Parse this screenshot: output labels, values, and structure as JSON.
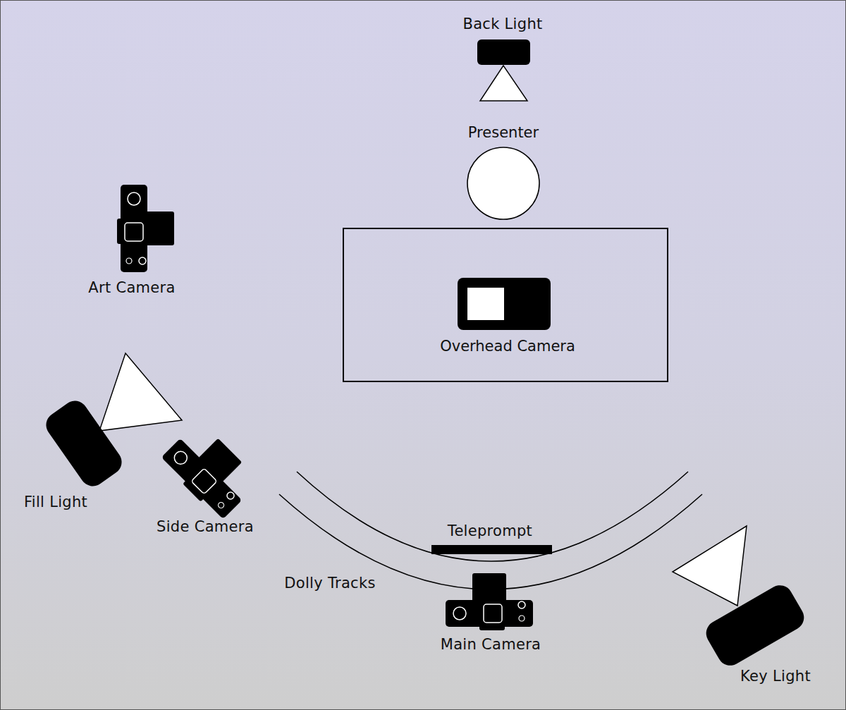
{
  "diagram": {
    "nodes": [
      {
        "text": [
          "Presenter"
        ]
      },
      {
        "text": [
          "Overhead Camera"
        ]
      }
    ],
    "labels": [
      "Back Light",
      "Art Camera",
      "Fill Light",
      "Side Camera",
      "Teleprompt",
      "Dolly Tracks",
      "Main Camera",
      "Key Light"
    ]
  }
}
